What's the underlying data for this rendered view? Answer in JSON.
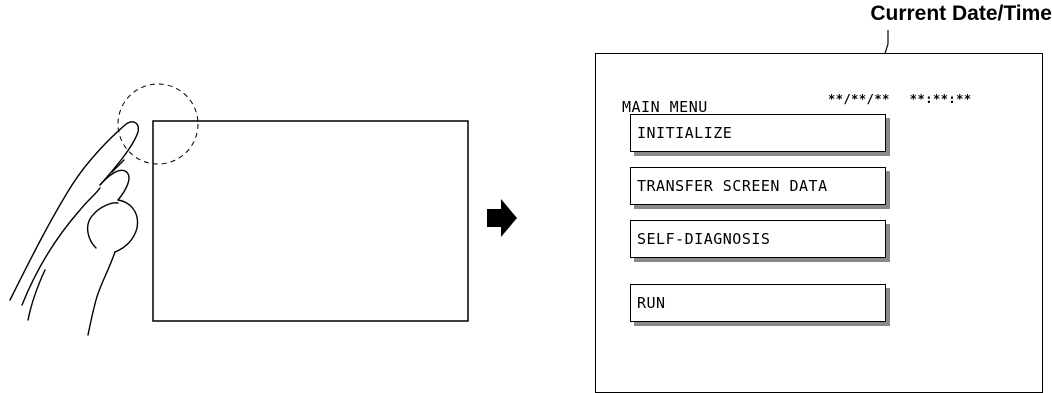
{
  "callout": {
    "label": "Current Date/Time"
  },
  "screen": {
    "title": "MAIN MENU",
    "date": "**/**/**",
    "time": "**:**:**",
    "buttons": [
      {
        "label": "INITIALIZE"
      },
      {
        "label": "TRANSFER SCREEN DATA"
      },
      {
        "label": "SELF-DIAGNOSIS"
      },
      {
        "label": "RUN"
      }
    ]
  }
}
